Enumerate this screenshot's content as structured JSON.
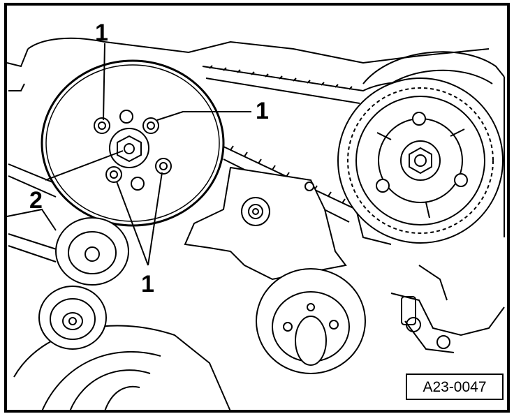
{
  "figure": {
    "reference_code": "A23-0047",
    "callouts": {
      "bolt_top_left": "1",
      "bolt_top_right": "1",
      "bolts_bottom": "1",
      "hub_center_bolt": "2"
    },
    "parts": [
      {
        "id": "1",
        "name": "bolt"
      },
      {
        "id": "2",
        "name": "center bolt"
      }
    ]
  }
}
